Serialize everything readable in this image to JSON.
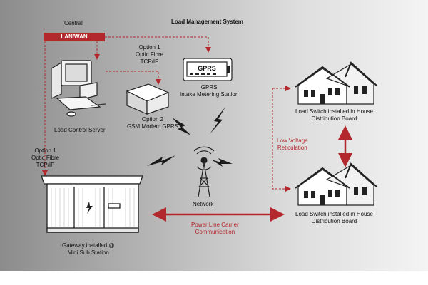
{
  "title": "Load Management System",
  "central_label": "Central",
  "lan_wan_label": "LAN/WAN",
  "option1_top": [
    "Option 1",
    "Optic Fibre",
    "TCP/IP"
  ],
  "gprs_display": "GPRS",
  "gprs_station": "GPRS",
  "gprs_station_sub": "Intake Metering Station",
  "load_control_server": "Load Control Server",
  "option2": [
    "Option 2",
    "GSM Modem GPRS"
  ],
  "option1_left": [
    "Option 1",
    "Optic Fibre",
    "TCP/IP"
  ],
  "network": "Network",
  "power_line": [
    "Power Line Carrier",
    "Communication"
  ],
  "gateway": [
    "Gateway installed @",
    "Mini Sub Station"
  ],
  "load_switch_top": [
    "Load Switch installed in House",
    "Distribution Board"
  ],
  "load_switch_bottom": [
    "Load Switch installed in House",
    "Distribution Board"
  ],
  "low_voltage": [
    "Low Voltage",
    "Reticulation"
  ],
  "colors": {
    "accent_red": "#b3282d",
    "line_dark": "#222222"
  }
}
